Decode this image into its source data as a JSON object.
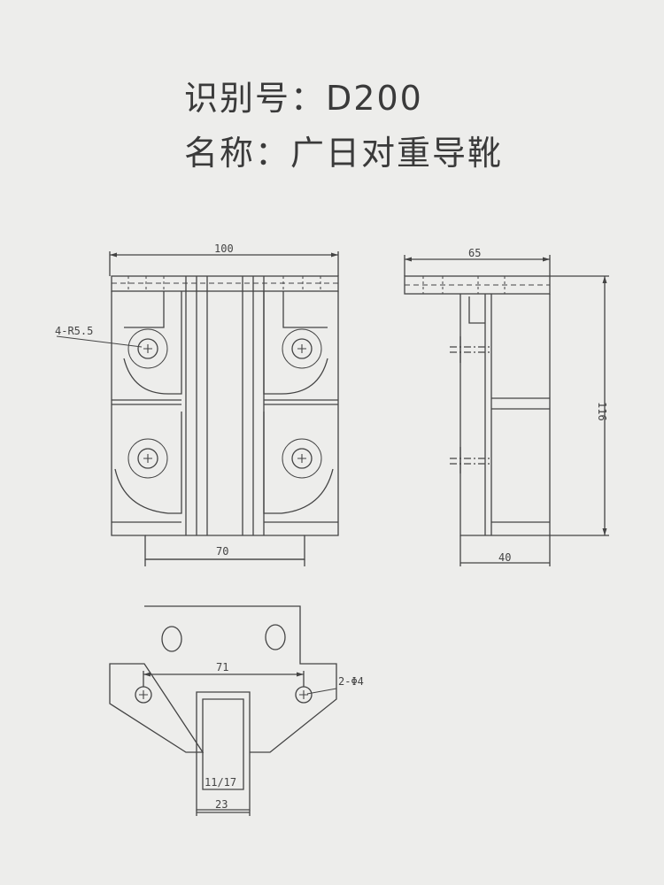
{
  "header": {
    "id_label": "识别号：",
    "id_value": "D200",
    "name_label": "名称：",
    "name_value": "广日对重导靴"
  },
  "front_view": {
    "width_dim": "100",
    "bottom_dim": "70",
    "hole_note": "4-R5.5"
  },
  "side_view": {
    "top_dim": "65",
    "height_dim": "116",
    "bottom_dim": "40"
  },
  "plate_view": {
    "hole_spacing_dim": "71",
    "hole_note": "2-Φ4",
    "slot_dim": "11/17",
    "slot_width_dim": "23"
  },
  "colors": {
    "background": "#ededeb",
    "line": "#444444",
    "text": "#3a3a3a"
  }
}
